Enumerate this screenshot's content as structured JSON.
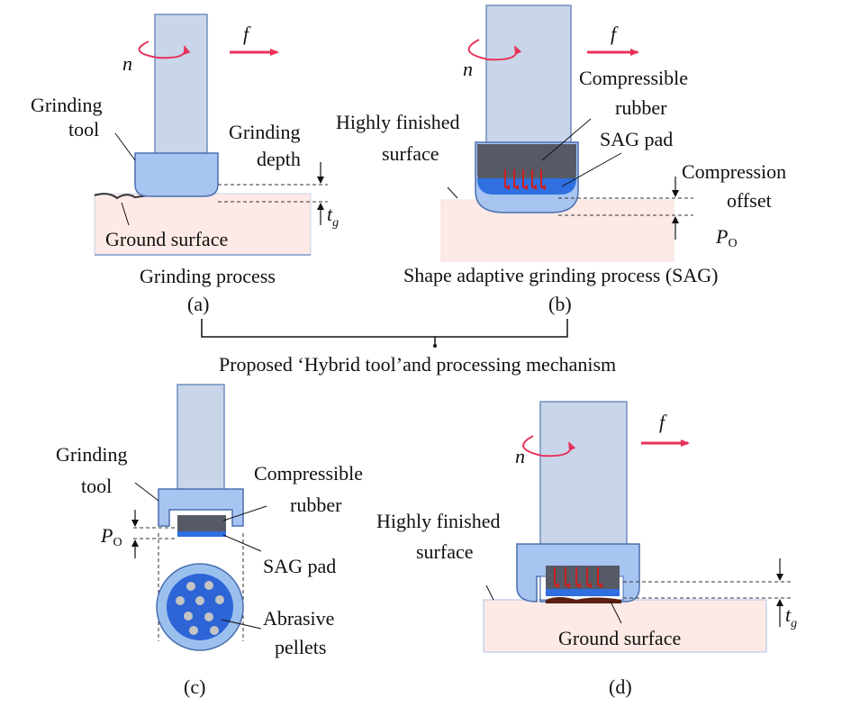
{
  "colors": {
    "shank_fill": "#c9d6ea",
    "shank_stroke": "#6f8fbf",
    "head_fill": "#a8c4f0",
    "head_stroke": "#4a6fb0",
    "rubber_fill": "#555a66",
    "pad_fill": "#2f6fe0",
    "workpiece_fill": "#fde9e6",
    "workpiece_stroke": "#c8d4ea",
    "motion_arrow": "#e8325a",
    "pressure_arrow": "#cc2020",
    "pellet_outer": "#9cc0ee",
    "pellet_inner": "#2d64d6",
    "pellet_dot": "#c4c4c4",
    "contact_dark": "#5a1f10"
  },
  "symbols": {
    "rotation": "n",
    "feed": "f",
    "depth": "t",
    "depth_sub": "g",
    "offset": "P",
    "offset_sub": "O"
  },
  "panel_a": {
    "tag": "(a)",
    "caption": "Grinding process",
    "tool_label_line1": "Grinding",
    "tool_label_line2": "tool",
    "depth_label_line1": "Grinding",
    "depth_label_line2": "depth",
    "ground_label": "Ground surface"
  },
  "panel_b": {
    "tag": "(b)",
    "caption": "Shape adaptive grinding process (SAG)",
    "surface_label_line1": "Highly finished",
    "surface_label_line2": "surface",
    "rubber_label_line1": "Compressible",
    "rubber_label_line2": "rubber",
    "pad_label": "SAG pad",
    "offset_label_line1": "Compression",
    "offset_label_line2": "offset"
  },
  "bracket_label": "Proposed ‘Hybrid tool’and processing mechanism",
  "panel_c": {
    "tag": "(c)",
    "tool_label_line1": "Grinding",
    "tool_label_line2": "tool",
    "rubber_label_line1": "Compressible",
    "rubber_label_line2": "rubber",
    "pad_label": "SAG pad",
    "pellets_label_line1": "Abrasive",
    "pellets_label_line2": "pellets"
  },
  "panel_d": {
    "tag": "(d)",
    "surface_label_line1": "Highly finished",
    "surface_label_line2": "surface",
    "ground_label": "Ground surface"
  }
}
